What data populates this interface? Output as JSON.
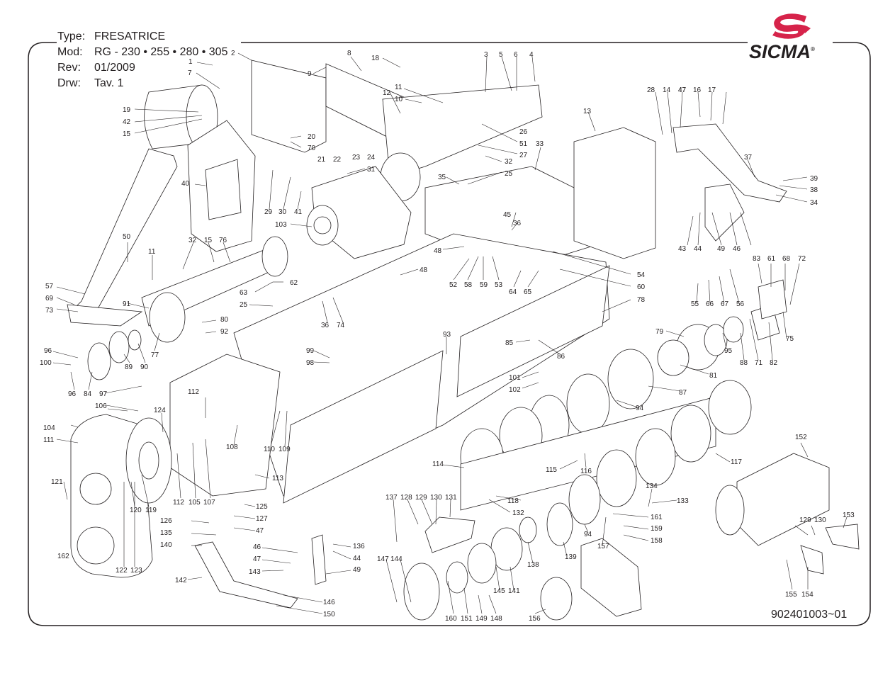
{
  "header": {
    "type_label": "Type:",
    "type_value": "FRESATRICE",
    "mod_label": "Mod:",
    "mod_value": "RG - 230 • 255 • 280 • 305",
    "rev_label": "Rev:",
    "rev_value": "01/2009",
    "drw_label": "Drw:",
    "drw_value": "Tav. 1"
  },
  "logo": {
    "text": "SICMA",
    "registered": "®",
    "icon": "sicma-s-logo-icon",
    "brand_color": "#d6234a"
  },
  "footer": {
    "drawing_code": "902401003~01"
  },
  "colors": {
    "line": "#231f20",
    "part_fill": "#ffffff",
    "shade": "#d9d9d9"
  },
  "part_numbers": [
    "1",
    "2",
    "3",
    "4",
    "5",
    "6",
    "7",
    "8",
    "9",
    "10",
    "11",
    "12",
    "13",
    "14",
    "15",
    "16",
    "17",
    "18",
    "19",
    "20",
    "21",
    "22",
    "23",
    "24",
    "25",
    "26",
    "27",
    "28",
    "29",
    "30",
    "31",
    "32",
    "33",
    "34",
    "35",
    "36",
    "37",
    "38",
    "39",
    "40",
    "41",
    "42",
    "43",
    "44",
    "45",
    "46",
    "47",
    "48",
    "49",
    "50",
    "51",
    "52",
    "53",
    "54",
    "55",
    "56",
    "57",
    "58",
    "59",
    "60",
    "61",
    "62",
    "63",
    "64",
    "65",
    "66",
    "67",
    "68",
    "69",
    "70",
    "71",
    "72",
    "73",
    "74",
    "75",
    "76",
    "77",
    "78",
    "79",
    "80",
    "81",
    "82",
    "83",
    "84",
    "85",
    "86",
    "87",
    "88",
    "89",
    "90",
    "91",
    "92",
    "93",
    "94",
    "95",
    "96",
    "97",
    "98",
    "99",
    "100",
    "101",
    "102",
    "103",
    "104",
    "105",
    "106",
    "107",
    "108",
    "109",
    "110",
    "111",
    "112",
    "113",
    "114",
    "115",
    "116",
    "117",
    "118",
    "119",
    "120",
    "121",
    "122",
    "123",
    "124",
    "125",
    "126",
    "127",
    "128",
    "129",
    "130",
    "131",
    "132",
    "133",
    "134",
    "135",
    "136",
    "137",
    "138",
    "139",
    "140",
    "141",
    "142",
    "143",
    "144",
    "145",
    "146",
    "147",
    "148",
    "149",
    "150",
    "151",
    "152",
    "153",
    "154",
    "155",
    "156",
    "157",
    "158",
    "159",
    "160",
    "161",
    "162"
  ]
}
